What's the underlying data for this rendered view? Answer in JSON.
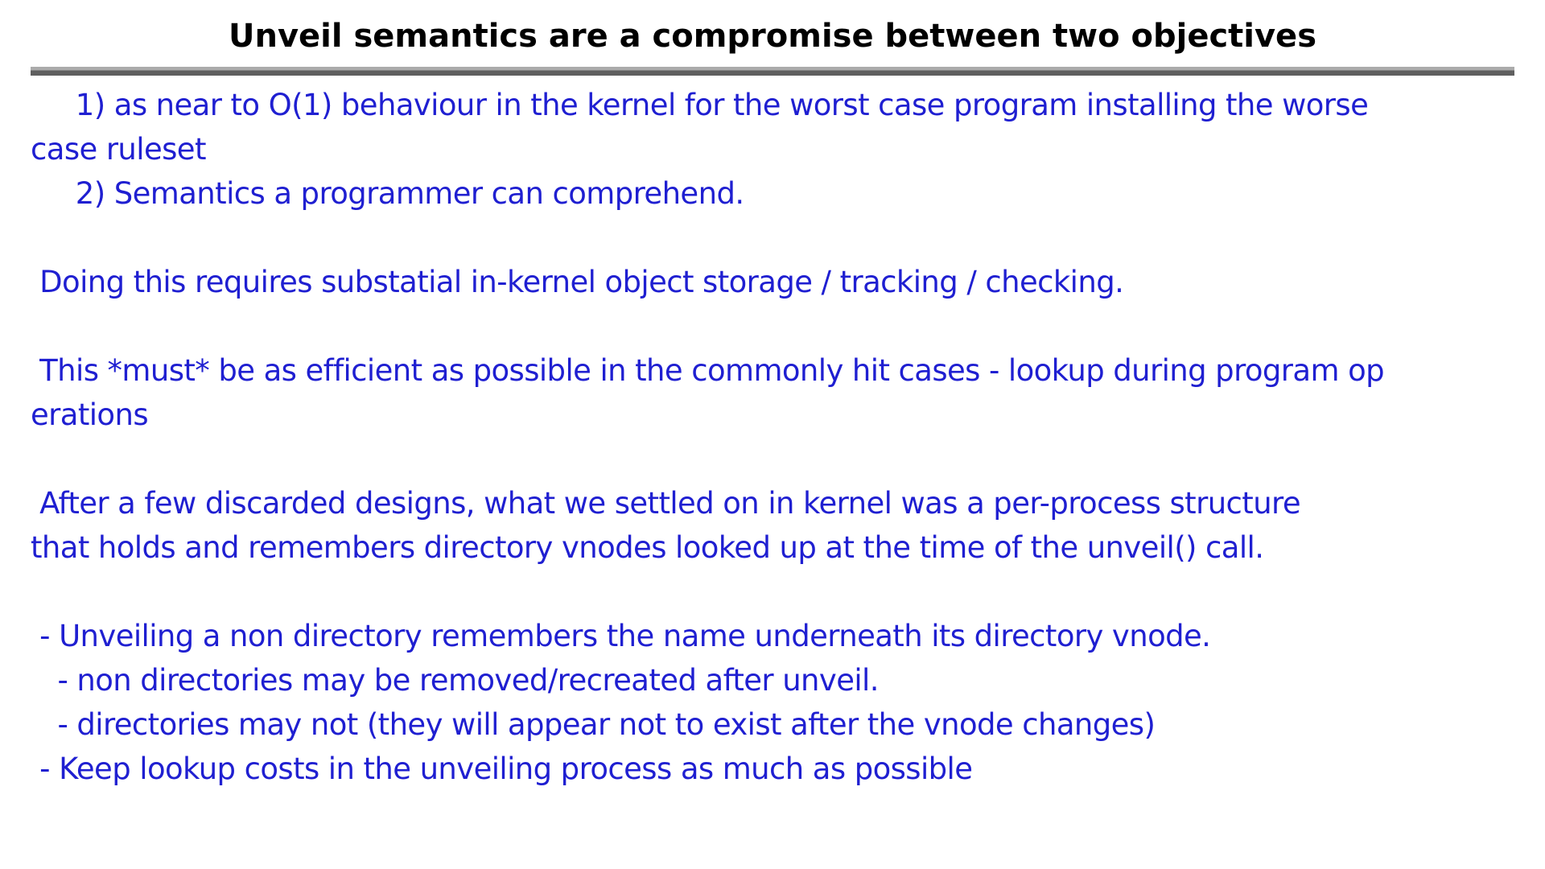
{
  "slide": {
    "title": "Unveil semantics are a compromise between two objectives",
    "colors": {
      "background": "#ffffff",
      "title_text": "#000000",
      "body_text": "#1f1fd1",
      "divider_light": "#ababab",
      "divider_dark": "#5f5f5f"
    },
    "body_lines": [
      "     1) as near to O(1) behaviour in the kernel for the worst case program installing the worse",
      "case ruleset",
      "     2) Semantics a programmer can comprehend.",
      "",
      " Doing this requires substatial in-kernel object storage / tracking / checking.",
      "",
      " This *must* be as efficient as possible in the commonly hit cases - lookup during program op",
      "erations",
      "",
      " After a few discarded designs, what we settled on in kernel was a per-process structure",
      "that holds and remembers directory vnodes looked up at the time of the unveil() call.",
      "",
      " - Unveiling a non directory remembers the name underneath its directory vnode.",
      "   - non directories may be removed/recreated after unveil.",
      "   - directories may not (they will appear not to exist after the vnode changes)",
      " - Keep lookup costs in the unveiling process as much as possible"
    ]
  }
}
